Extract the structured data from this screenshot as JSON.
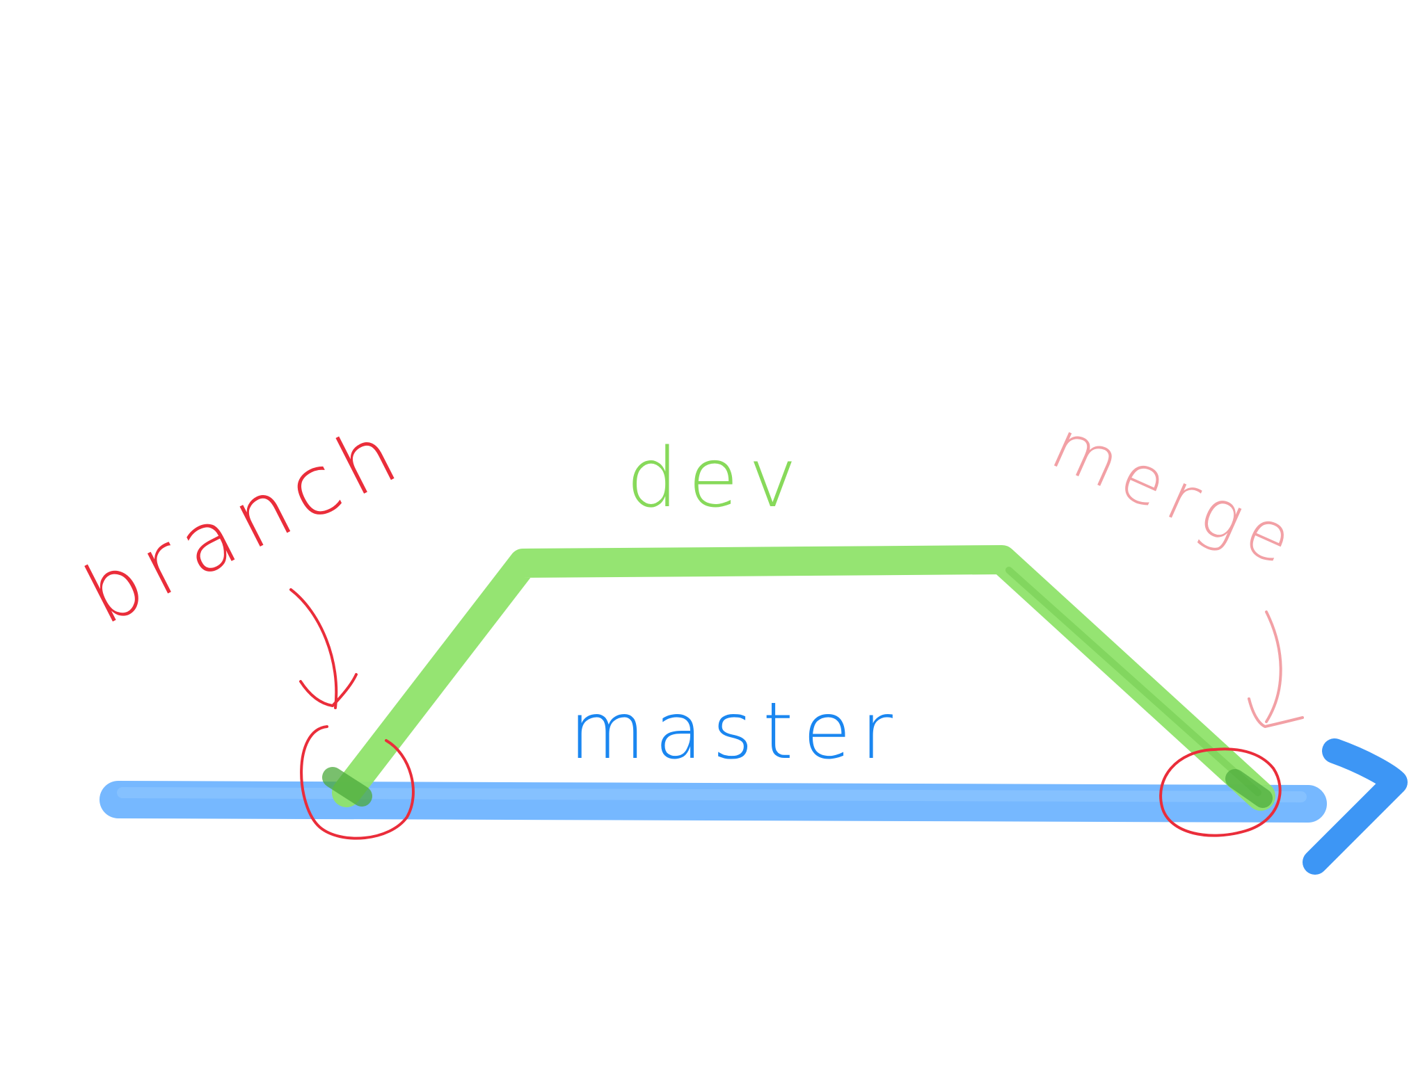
{
  "diagram": {
    "labels": {
      "branch": "branch",
      "dev": "dev",
      "merge": "merge",
      "master": "master"
    },
    "colors": {
      "master": "#6fb4ff",
      "master_label": "#1a86f0",
      "dev": "#8fe36a",
      "dev_dark": "#5fbd3c",
      "dev_label": "#87d95a",
      "branch_annotation": "#ea2d3a",
      "merge_annotation": "#f2a0a5",
      "background": "#ffffff"
    }
  }
}
